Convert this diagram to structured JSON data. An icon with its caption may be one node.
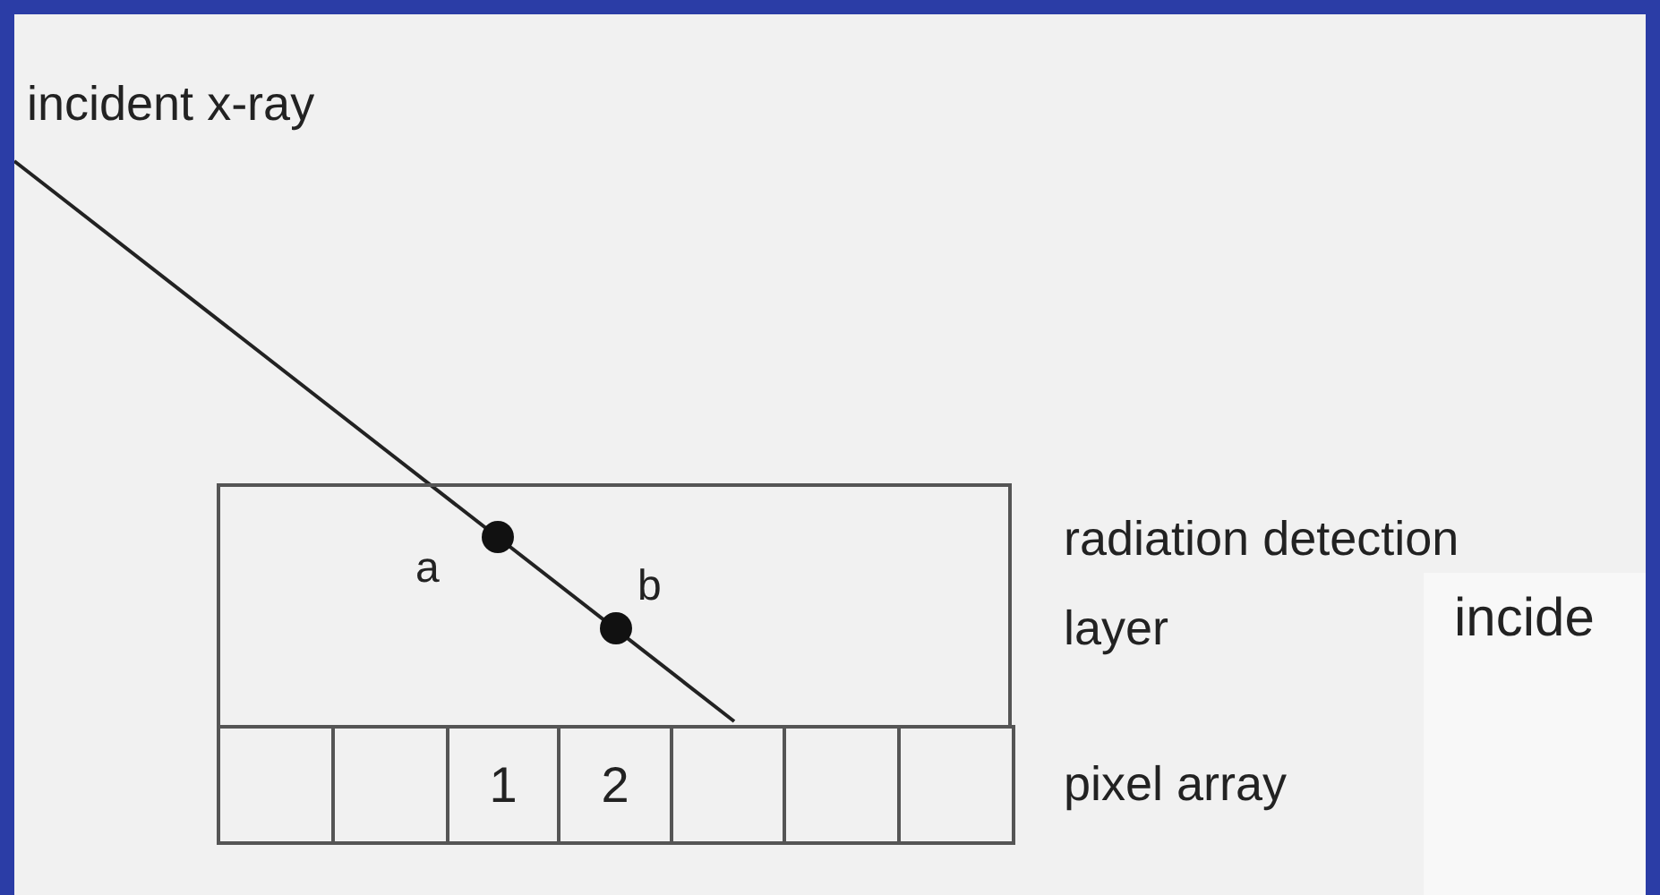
{
  "diagram": {
    "nodes": [
      {
        "text": [],
        "shape": "box"
      },
      {
        "text": [],
        "shape": "box"
      },
      {
        "text": [],
        "shape": "box"
      },
      {
        "text": [
          "1"
        ]
      },
      {
        "text": [
          "2"
        ]
      },
      {
        "text": [],
        "shape": "box"
      },
      {
        "text": [],
        "shape": "box"
      },
      {
        "text": [],
        "shape": "box"
      }
    ],
    "labels": [
      "incident x-ray",
      "a",
      "b",
      "radiation detection layer",
      "pixel array",
      "incide"
    ]
  }
}
